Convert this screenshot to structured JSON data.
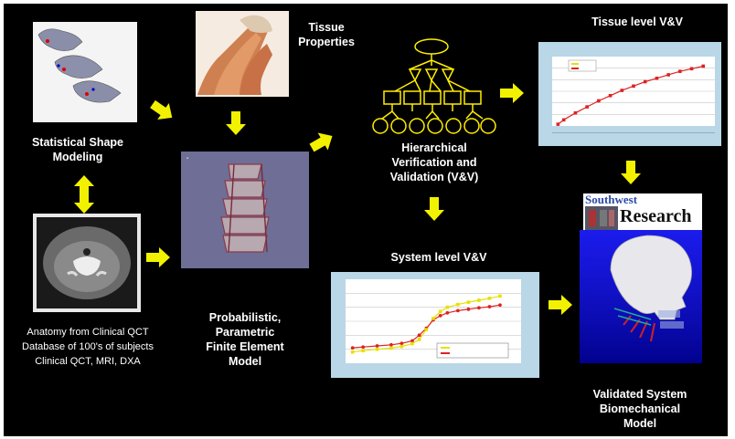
{
  "labels": {
    "tissue_properties": [
      "Tissue",
      "Properties"
    ],
    "statistical_shape": [
      "Statistical Shape",
      "Modeling"
    ],
    "hierarchical": [
      "Hierarchical",
      "Verification and",
      "Validation (V&V)"
    ],
    "tissue_level": "Tissue level V&V",
    "system_level": "System level V&V",
    "anatomy": [
      "Anatomy from Clinical QCT",
      "Database of 100's of subjects",
      "Clinical QCT, MRI, DXA"
    ],
    "probabilistic": [
      "Probabilistic,",
      "Parametric",
      "Finite Element",
      "Model"
    ],
    "validated": [
      "Validated System",
      "Biomechanical",
      "Model"
    ],
    "logo_top": "Southwest",
    "logo_bottom": "Research"
  },
  "colors": {
    "background": "#000000",
    "arrow": "#f2f200",
    "hierarchy": "#ffee00",
    "text": "#ffffff",
    "chart_panel": "#b9d7e6",
    "trend_red": "#dd2222",
    "trend_yellow": "#e8e000"
  },
  "chart_data": [
    {
      "type": "scatter",
      "title": "",
      "xlabel": "",
      "ylabel": "",
      "x": [
        0.5,
        1,
        2,
        3,
        4,
        5,
        6,
        7,
        8,
        9,
        10,
        11,
        12,
        13
      ],
      "series": [
        {
          "values": [
            -4.8,
            -4.3,
            -3.5,
            -2.8,
            -2.1,
            -1.5,
            -0.9,
            -0.4,
            0.1,
            0.5,
            0.9,
            1.3,
            1.6,
            1.9
          ]
        }
      ],
      "xlim": [
        0,
        14
      ],
      "ylim": [
        -5,
        3
      ],
      "grid": true
    },
    {
      "type": "scatter",
      "title": "",
      "xlabel": "",
      "ylabel": "",
      "x": [
        -2.3,
        -2.0,
        -1.6,
        -1.2,
        -0.9,
        -0.6,
        -0.4,
        -0.2,
        0,
        0.2,
        0.4,
        0.7,
        1.0,
        1.3,
        1.6,
        1.9
      ],
      "series": [
        {
          "values": [
            -9.5,
            -9.2,
            -8.8,
            -8.4,
            -7.9,
            -7.0,
            -5.0,
            -2.5,
            0.5,
            2.0,
            3.0,
            3.8,
            4.3,
            4.8,
            5.2,
            5.8
          ]
        },
        {
          "values": [
            -11,
            -10.5,
            -10,
            -9.6,
            -9.0,
            -8.0,
            -6.5,
            -3.0,
            1.0,
            3.5,
            5.0,
            6.0,
            6.8,
            7.5,
            8.2,
            9.0
          ]
        }
      ],
      "xlim": [
        -2.5,
        2.5
      ],
      "ylim": [
        -15,
        15
      ],
      "grid": true
    }
  ]
}
